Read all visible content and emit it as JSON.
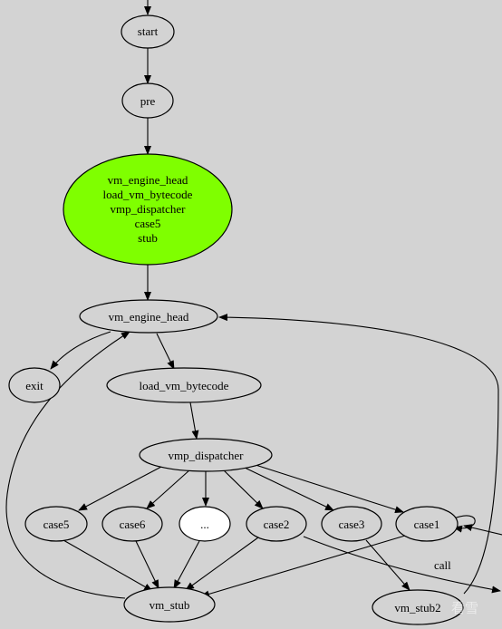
{
  "colors": {
    "background": "#d3d3d3",
    "node_fill": "#d3d3d3",
    "highlight_fill": "#7fff00",
    "placeholder_fill": "#ffffff",
    "stroke": "#000000"
  },
  "nodes": {
    "start": {
      "label": "start"
    },
    "pre": {
      "label": "pre"
    },
    "merged": {
      "lines": [
        "vm_engine_head",
        "load_vm_bytecode",
        "vmp_dispatcher",
        "case5",
        "stub"
      ]
    },
    "vm_engine_head": {
      "label": "vm_engine_head"
    },
    "exit": {
      "label": "exit"
    },
    "load_vm_bytecode": {
      "label": "load_vm_bytecode"
    },
    "vmp_dispatcher": {
      "label": "vmp_dispatcher"
    },
    "case5": {
      "label": "case5"
    },
    "case6": {
      "label": "case6"
    },
    "ellipsis": {
      "label": "..."
    },
    "case2": {
      "label": "case2"
    },
    "case3": {
      "label": "case3"
    },
    "case1": {
      "label": "case1"
    },
    "vm_stub": {
      "label": "vm_stub"
    },
    "vm_stub2": {
      "label": "vm_stub2"
    }
  },
  "edges": {
    "call_label": "call"
  },
  "watermark": {
    "text": "看雪"
  }
}
